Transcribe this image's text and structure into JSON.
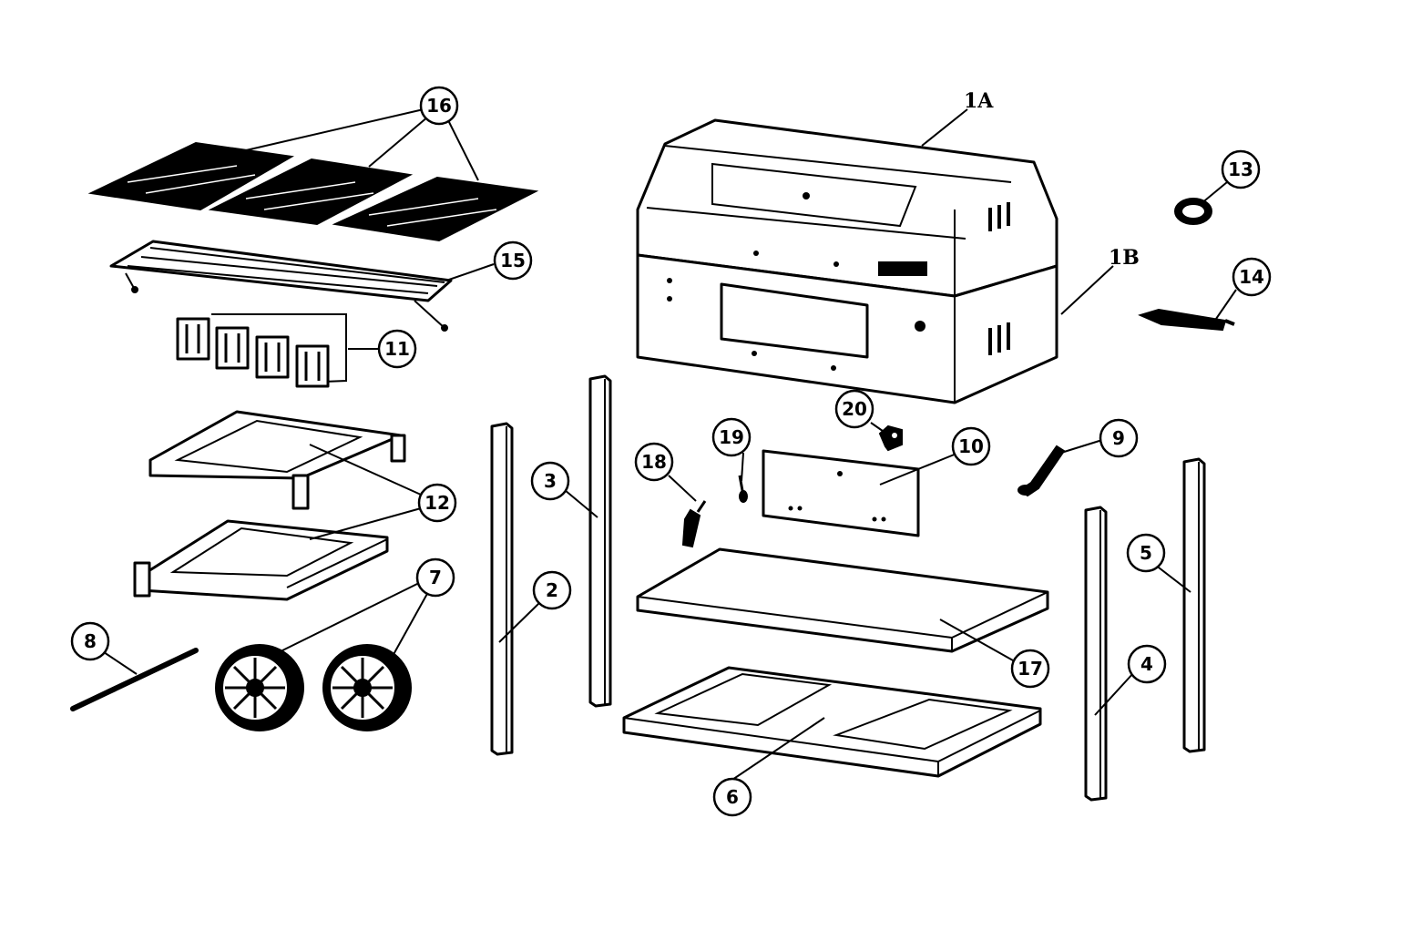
{
  "callouts": {
    "c16": "16",
    "c15": "15",
    "c11": "11",
    "c12": "12",
    "c7": "7",
    "c8": "8",
    "c2": "2",
    "c3": "3",
    "c18": "18",
    "c19": "19",
    "c20": "20",
    "c10": "10",
    "c9": "9",
    "c17": "17",
    "c6": "6",
    "c4": "4",
    "c5": "5",
    "c13": "13",
    "c14": "14"
  },
  "labels": {
    "l1a": "1A",
    "l1b": "1B"
  }
}
